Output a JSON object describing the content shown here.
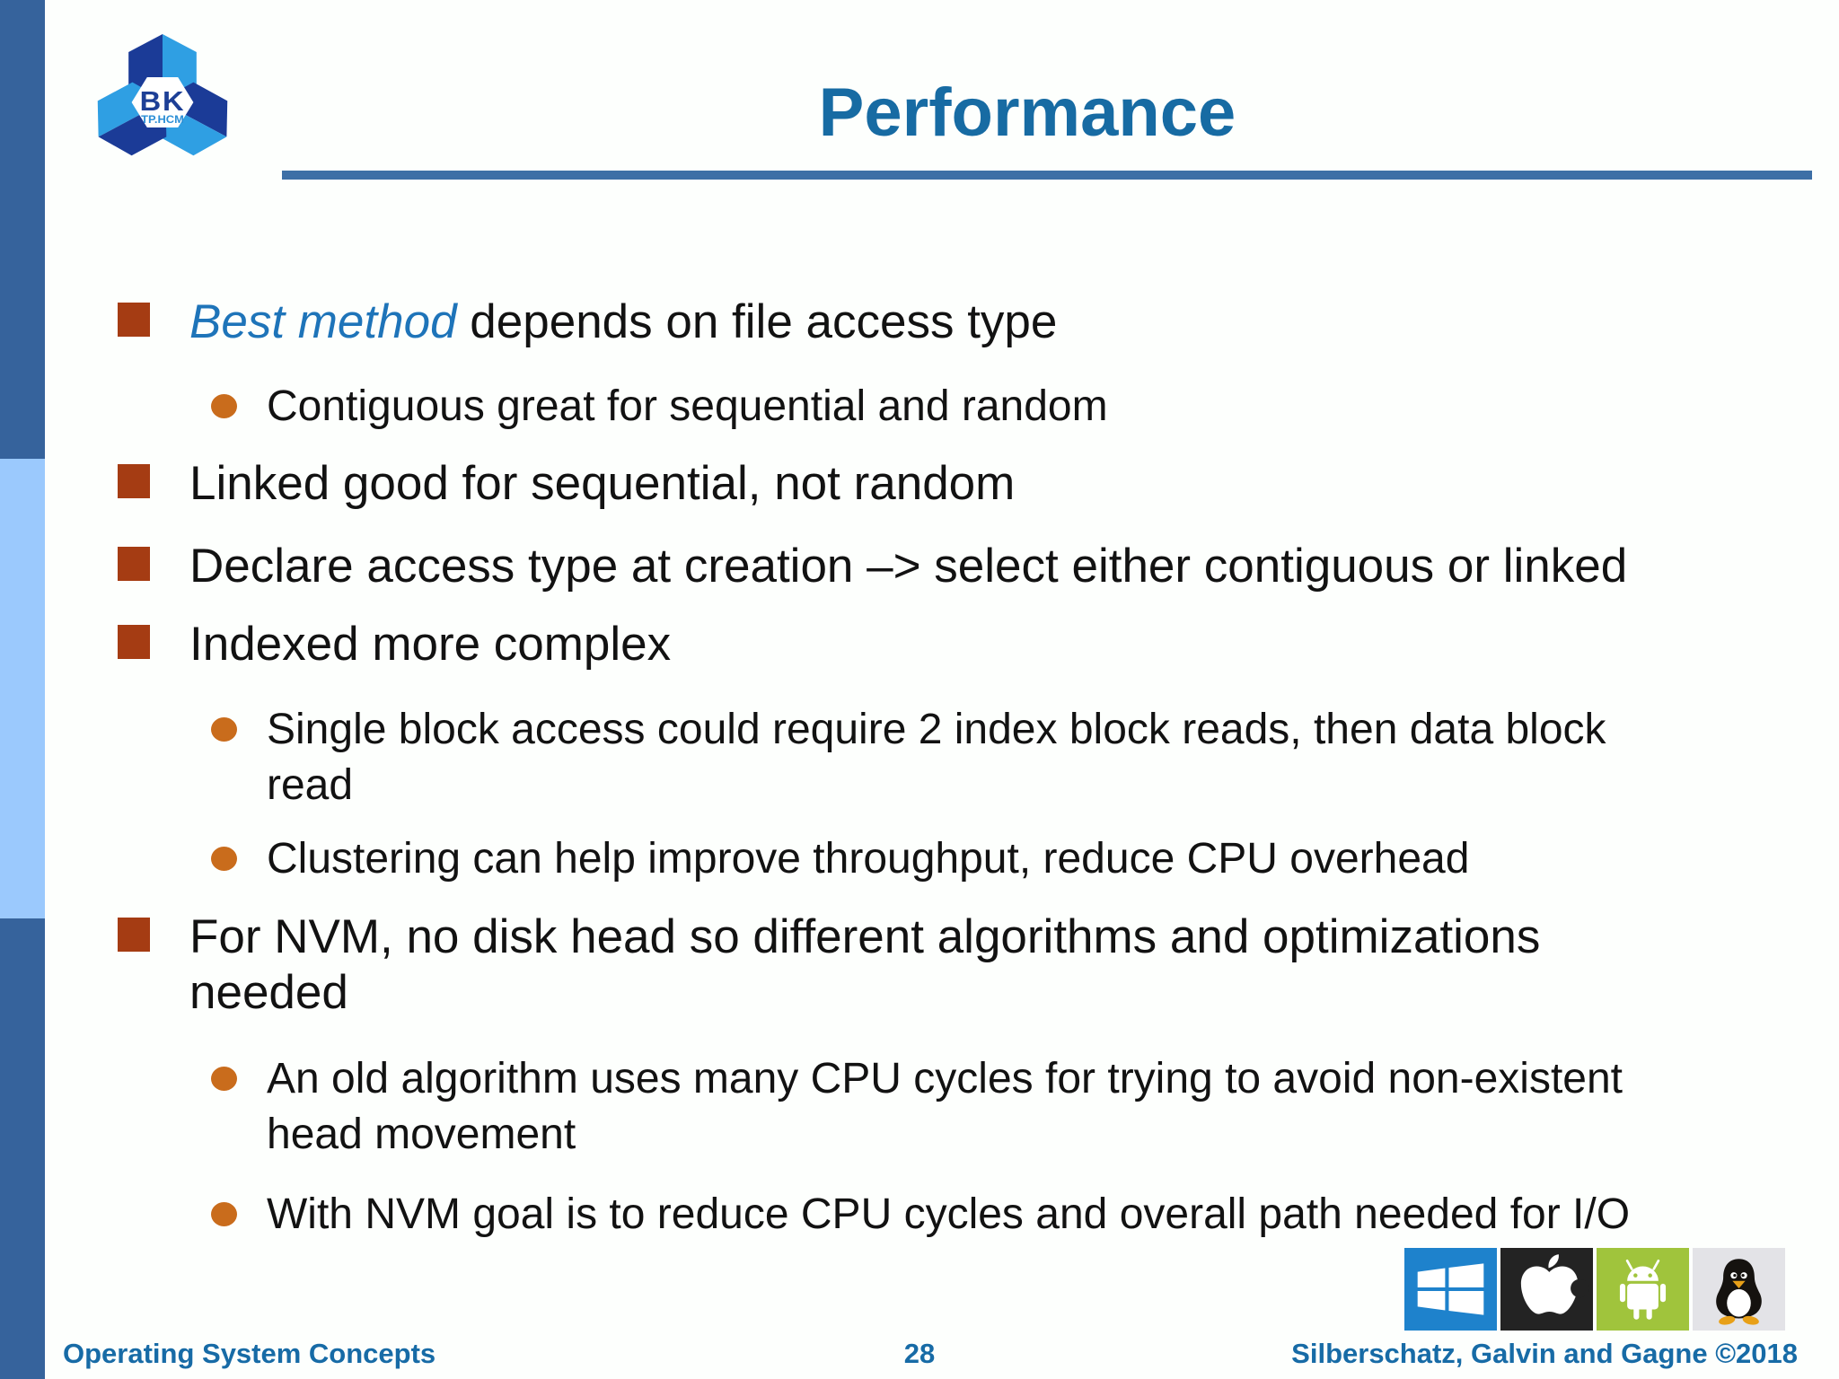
{
  "slide": {
    "title": "Performance",
    "page_number": "28",
    "footer_left": "Operating System Concepts",
    "footer_right": "Silberschatz, Galvin and Gagne ©2018"
  },
  "logo": {
    "line1": "BK",
    "line2": "TP.HCM"
  },
  "content": {
    "bullets": [
      {
        "level": 1,
        "em": "Best method",
        "rest": " depends on file access type"
      },
      {
        "level": 2,
        "text": "Contiguous great for sequential and random"
      },
      {
        "level": 1,
        "text": "Linked good for sequential, not random"
      },
      {
        "level": 1,
        "text": "Declare access type at creation –> select either contiguous or linked"
      },
      {
        "level": 1,
        "text": "Indexed more complex"
      },
      {
        "level": 2,
        "line1": "Single block access could require 2 index block reads, then data block",
        "line2": "read"
      },
      {
        "level": 2,
        "text": "Clustering can help improve throughput, reduce CPU overhead"
      },
      {
        "level": 1,
        "line1": "For NVM, no disk head so different algorithms and optimizations",
        "line2": "needed"
      },
      {
        "level": 2,
        "line1": "An old algorithm uses many CPU cycles for trying to avoid non-existent",
        "line2": "head movement"
      },
      {
        "level": 2,
        "text": "With NVM goal is to reduce CPU cycles and overall path needed for I/O"
      }
    ]
  },
  "icons": {
    "os_logos": [
      "windows",
      "apple",
      "android",
      "linux-tux"
    ]
  },
  "colors": {
    "title_blue": "#176ba3",
    "rule_blue": "#3d6fa6",
    "bar_dark_blue": "#36639c",
    "bar_light_blue": "#9bc9fd",
    "bullet_square": "#a53c13",
    "bullet_dot": "#c96c1c",
    "emphasis_blue": "#1e74b9",
    "footer_blue": "#176ba6",
    "logo_navy": "#1b3b97",
    "logo_light_blue": "#2f9fe3",
    "windows_tile": "#1e82cc",
    "apple_tile": "#232323",
    "android_tile": "#a0c43c",
    "linux_tile": "#e3e3e7"
  }
}
